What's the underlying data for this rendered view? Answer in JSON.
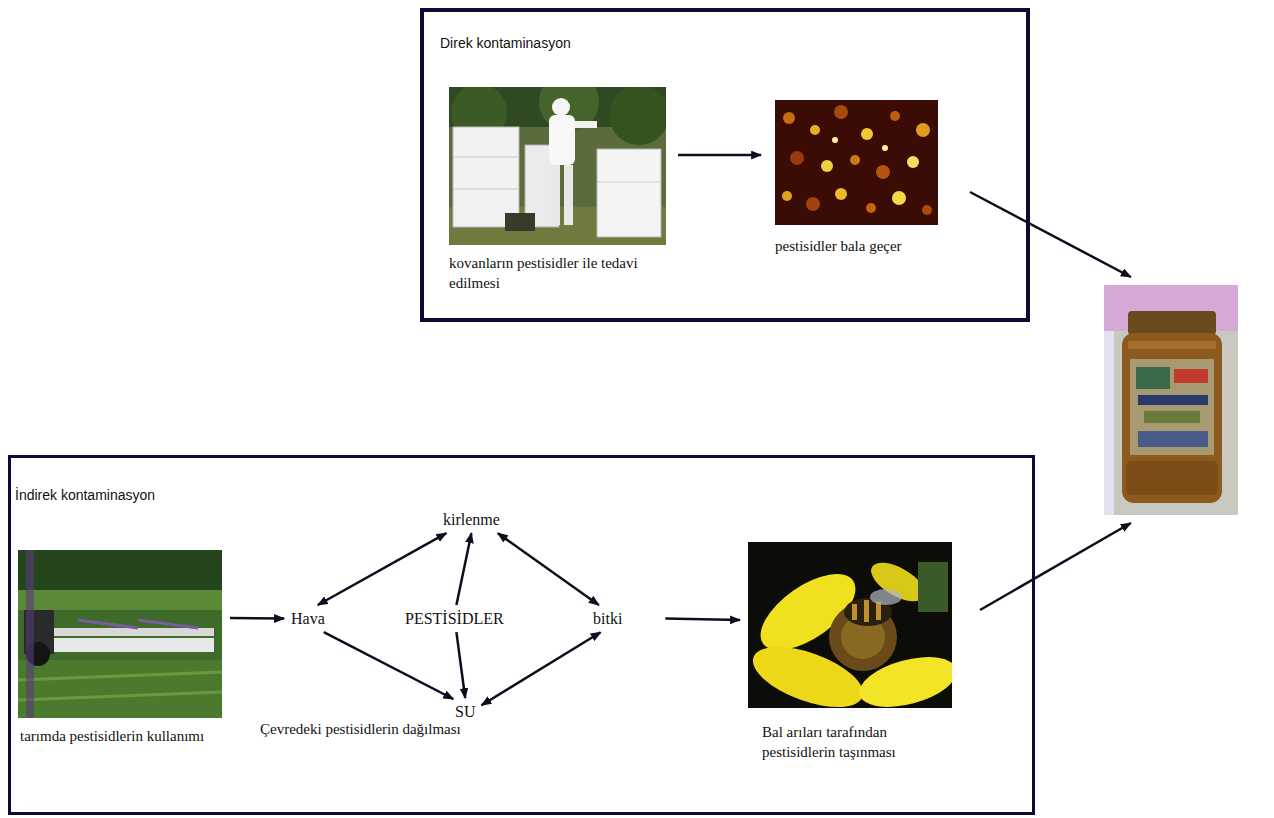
{
  "diagram": {
    "nodes": [
      {
        "text": [
          "Direk kontaminasyon"
        ]
      },
      {
        "text": [
          "kovanların pestisidler ile tedavi edilmesi"
        ],
        "in": 0
      },
      {
        "text": [
          "pestisidler bala geçer"
        ],
        "in": 0
      },
      {
        "text": [
          "İndirek kontaminasyon"
        ]
      },
      {
        "text": [
          "tarımda pestisidlerin kullanımı"
        ],
        "in": 3
      },
      {
        "text": [
          "kirlenme"
        ],
        "in": 3
      },
      {
        "text": [
          "Hava"
        ],
        "in": 3
      },
      {
        "text": [
          "PESTİSİDLER"
        ],
        "in": 3
      },
      {
        "text": [
          "bitki"
        ],
        "in": 3
      },
      {
        "text": [
          "SU"
        ],
        "in": 3
      },
      {
        "text": [
          "Bal arıları tarafından pestisidlerin taşınması"
        ],
        "in": 3
      },
      {
        "text": []
      }
    ],
    "edges": [
      {
        "from": 1,
        "to": 2,
        "arrow": "to"
      },
      {
        "from": 2,
        "to": 11,
        "arrow": "to"
      },
      {
        "from": 4,
        "to": 6,
        "arrow": "to"
      },
      {
        "from": 5,
        "to": 6,
        "arrow": "both"
      },
      {
        "from": 7,
        "to": 5,
        "arrow": "to"
      },
      {
        "from": 5,
        "to": 8,
        "arrow": "both"
      },
      {
        "from": 6,
        "to": 9,
        "arrow": "to"
      },
      {
        "from": 7,
        "to": 9,
        "arrow": "to"
      },
      {
        "from": 8,
        "to": 9,
        "arrow": "both"
      },
      {
        "from": 8,
        "to": 10,
        "arrow": "to"
      },
      {
        "from": 10,
        "to": 11,
        "arrow": "to"
      }
    ],
    "labels": [
      "Çevredeki pestisidlerin dağılması"
    ]
  }
}
